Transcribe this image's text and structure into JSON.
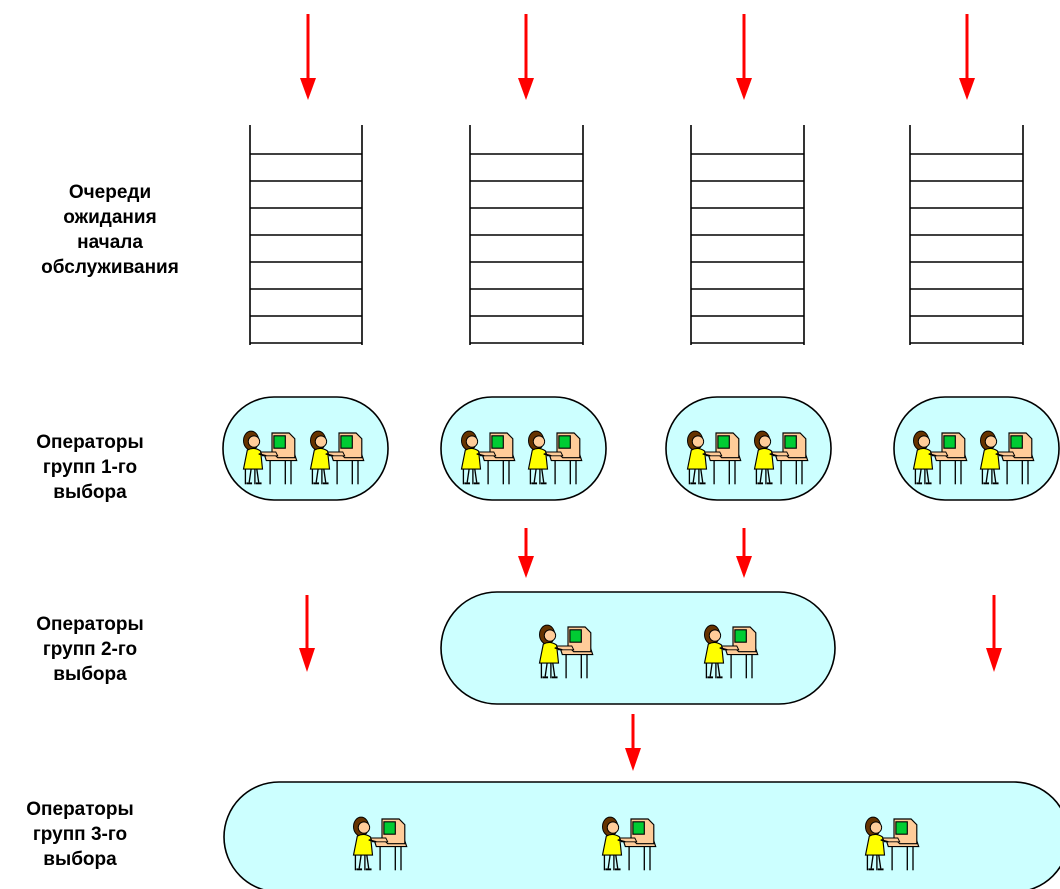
{
  "labels": {
    "queues": [
      "Очереди",
      "ожидания",
      "начала",
      "обслуживания"
    ],
    "tier1": [
      "Операторы",
      "групп 1-го",
      "выбора"
    ],
    "tier2": [
      "Операторы",
      "групп 2-го",
      "выбора"
    ],
    "tier3": [
      "Операторы",
      "групп 3-го",
      "выбора"
    ]
  },
  "structure": {
    "queue_count": 4,
    "slots_per_queue": 8,
    "tier1_groups": 4,
    "operators_per_tier1_group": 2,
    "operators_in_tier2_group": 2,
    "operators_in_tier3_group": 3
  },
  "colors": {
    "arrow": "#ff0000",
    "group_fill": "#ccffff",
    "stroke": "#000000",
    "monitor_screen": "#00cc33",
    "computer": "#ffcc99",
    "operator_dress": "#ffff00"
  },
  "icons": {
    "operator": "operator-at-computer-icon",
    "arrow": "arrow-down-icon"
  }
}
